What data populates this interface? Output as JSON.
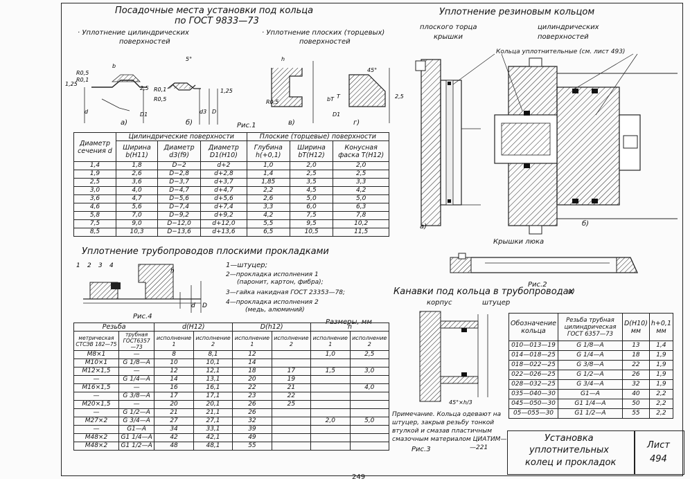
{
  "headings": {
    "seats": "Посадочные места установки под кольца",
    "seats_std": "по ГОСТ 9833—73",
    "cyl": "Уплотнение цилиндрических",
    "cyl2": "поверхностей",
    "flat": "Уплотнение плоских (торцевых)",
    "flat2": "поверхностей",
    "rubber": "Уплотнение резиновым кольцом",
    "flat_face": "плоского торца",
    "flat_face2": "крышки",
    "cyl_surf": "цилиндрических",
    "cyl_surf2": "поверхностей",
    "rings_ref": "Кольца уплотнительные (см. лист 493)",
    "pipes_flat": "Уплотнение трубопроводов плоскими прокладками",
    "hatch": "Крышки люка",
    "grooves": "Канавки под кольца в трубопроводах",
    "dims_mm": "Размеры, мм"
  },
  "figures": {
    "ris1": "Рис.1",
    "ris2": "Рис.2",
    "ris3": "Рис.3",
    "ris4": "Рис.4",
    "a": "а)",
    "b": "б)",
    "v": "в)",
    "g": "г)",
    "a2": "а)",
    "b2": "б)",
    "v2": "в)",
    "korpus": "корпус",
    "shtucer": "штуцер",
    "groove_dim": "45°×h/3"
  },
  "dims1": {
    "r05": "R0,5",
    "r01": "R0,1",
    "r125": "1,25",
    "r25": "2,5",
    "d": "d",
    "d1": "D1",
    "b": "b",
    "h": "h",
    "deg5": "5°",
    "deg45": "45°",
    "r01b": "R0,1",
    "r05b": "R0,5",
    "r125b": "1,25",
    "d3": "d3",
    "D": "D",
    "T": "T",
    "bT": "bT",
    "r25b": "2,5",
    "D1b": "D1"
  },
  "table1": {
    "head_a": "Диаметр сечения d",
    "head_cyl": "Цилиндрические поверхности",
    "head_flat": "Плоские (торцевые) поверхности",
    "cols": [
      "Ширина b(H11)",
      "Диаметр d3(f9)",
      "Диаметр D1(H10)",
      "Глубина h(+0,1)",
      "Ширина bT(H12)",
      "Конусная фаска T(H12)"
    ],
    "rows": [
      [
        "1,4",
        "1,8",
        "D−2",
        "d+2",
        "1,0",
        "2,0",
        "2,0"
      ],
      [
        "1,9",
        "2,6",
        "D−2,8",
        "d+2,8",
        "1,4",
        "2,5",
        "2,5"
      ],
      [
        "2,5",
        "3,6",
        "D−3,7",
        "d+3,7",
        "1,85",
        "3,5",
        "3,3"
      ],
      [
        "3,0",
        "4,0",
        "D−4,7",
        "d+4,7",
        "2,2",
        "4,5",
        "4,2"
      ],
      [
        "3,6",
        "4,7",
        "D−5,6",
        "d+5,6",
        "2,6",
        "5,0",
        "5,0"
      ],
      [
        "4,6",
        "5,6",
        "D−7,4",
        "d+7,4",
        "3,3",
        "6,0",
        "6,3"
      ],
      [
        "5,8",
        "7,0",
        "D−9,2",
        "d+9,2",
        "4,2",
        "7,5",
        "7,8"
      ],
      [
        "7,5",
        "9,0",
        "D−12,0",
        "d+12,0",
        "5,5",
        "9,5",
        "10,2"
      ],
      [
        "8,5",
        "10,3",
        "D−13,6",
        "d+13,6",
        "6,5",
        "10,5",
        "11,5"
      ]
    ]
  },
  "legend4": {
    "n1": "1",
    "n2": "2",
    "n3": "3",
    "n4": "4",
    "l1": "1—штуцер;",
    "l2": "2—прокладка исполнения 1",
    "l2b": "(паронит, картон, фибра);",
    "l3": "3—гайка накидная ГОСТ 23353—78;",
    "l4": "4—прокладка исполнения 2",
    "l4b": "(медь, алюминий)",
    "h": "h",
    "D": "D",
    "d": "d"
  },
  "table2": {
    "h_thread": "Резьба",
    "h_metric": "метрическая СТСЭВ 182—75",
    "h_pipe": "трубная ГОСТ6357—73",
    "h_d": "d(H12)",
    "h_D": "D(h12)",
    "h_h": "h",
    "h_isp1": "исполнение 1",
    "h_isp2": "исполнение 2",
    "rows": [
      [
        "M8×1",
        "—",
        "8",
        "8,1",
        "12",
        "",
        "1,0",
        "2,5"
      ],
      [
        "M10×1",
        "G 1/8—A",
        "10",
        "10,1",
        "14",
        "",
        "",
        ""
      ],
      [
        "M12×1,5",
        "—",
        "12",
        "12,1",
        "18",
        "17",
        "1,5",
        "3,0"
      ],
      [
        "—",
        "G 1/4—A",
        "14",
        "13,1",
        "20",
        "19",
        "",
        ""
      ],
      [
        "M16×1,5",
        "—",
        "16",
        "16,1",
        "22",
        "21",
        "",
        "4,0"
      ],
      [
        "—",
        "G 3/8—A",
        "17",
        "17,1",
        "23",
        "22",
        "",
        ""
      ],
      [
        "M20×1,5",
        "—",
        "20",
        "20,1",
        "26",
        "25",
        "",
        ""
      ],
      [
        "—",
        "G 1/2—A",
        "21",
        "21,1",
        "26",
        "",
        "",
        ""
      ],
      [
        "M27×2",
        "G 3/4—A",
        "27",
        "27,1",
        "32",
        "",
        "2,0",
        "5,0"
      ],
      [
        "—",
        "G1—A",
        "34",
        "33,1",
        "39",
        "",
        "",
        ""
      ],
      [
        "M48×2",
        "G1 1/4—A",
        "42",
        "42,1",
        "49",
        "",
        "",
        ""
      ],
      [
        "M48×2",
        "G1 1/2—A",
        "48",
        "48,1",
        "55",
        "",
        "",
        ""
      ]
    ]
  },
  "table3": {
    "h_code": "Обозначение кольца",
    "h_thread": "Резьба трубная цилиндрическая ГОСТ 6357—73",
    "h_D": "D(H10) мм",
    "h_h": "h+0,1 мм",
    "rows": [
      [
        "010—013—19",
        "G 1/8—A",
        "13",
        "1,4"
      ],
      [
        "014—018—25",
        "G 1/4—A",
        "18",
        "1,9"
      ],
      [
        "018—022—25",
        "G 3/8—A",
        "22",
        "1,9"
      ],
      [
        "022—026—25",
        "G 1/2—A",
        "26",
        "1,9"
      ],
      [
        "028—032—25",
        "G 3/4—A",
        "32",
        "1,9"
      ],
      [
        "035—040—30",
        "G1—A",
        "40",
        "2,2"
      ],
      [
        "045—050—30",
        "G1 1/4—A",
        "50",
        "2,2"
      ],
      [
        "05—055—30",
        "G1 1/2—A",
        "55",
        "2,2"
      ]
    ]
  },
  "note": {
    "l1": "Примечание. Кольца одевают на",
    "l2": "штуцер, закрыв резьбу тонкой",
    "l3": "втулкой и смазав пластичным",
    "l4": "смазочным материалом ЦИАТИМ—",
    "l5": "—221"
  },
  "stamp": {
    "t1": "Установка",
    "t2": "уплотнительных",
    "t3": "колец и прокладок",
    "sheet_label": "Лист",
    "sheet_no": "494"
  },
  "page_number": "249"
}
